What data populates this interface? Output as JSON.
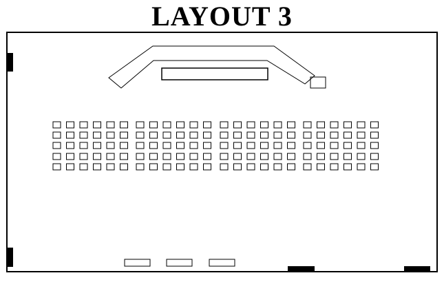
{
  "title": "LAYOUT 3",
  "colors": {
    "ink": "#000000",
    "background": "#ffffff"
  },
  "seating": {
    "rows": 5,
    "blocks": [
      6,
      6,
      6,
      6
    ],
    "total_seats": 120
  },
  "front_furniture": {
    "count": 3
  }
}
